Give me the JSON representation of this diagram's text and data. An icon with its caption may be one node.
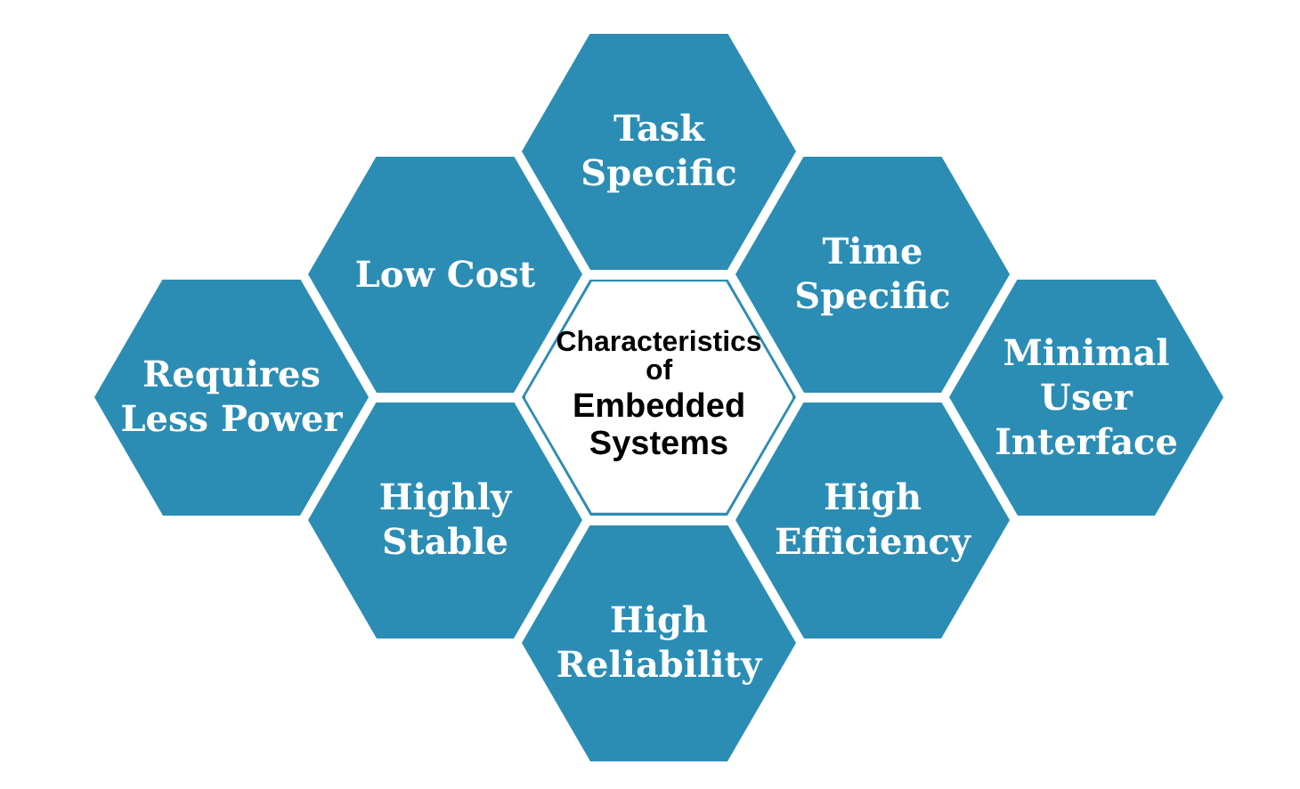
{
  "diagram": {
    "nodes": [
      {
        "text": [
          "Task Specific"
        ]
      },
      {
        "text": [
          "Low Cost"
        ]
      },
      {
        "text": [
          "Time Specific"
        ]
      },
      {
        "text": [
          "Requires Less Power"
        ]
      },
      {
        "text": [
          "Characteristics of",
          "Embedded Systems"
        ]
      },
      {
        "text": [
          "Minimal User Interface"
        ]
      },
      {
        "text": [
          "Highly Stable"
        ]
      },
      {
        "text": [
          "High Efficiency"
        ]
      },
      {
        "text": [
          "High Reliability"
        ]
      }
    ]
  }
}
